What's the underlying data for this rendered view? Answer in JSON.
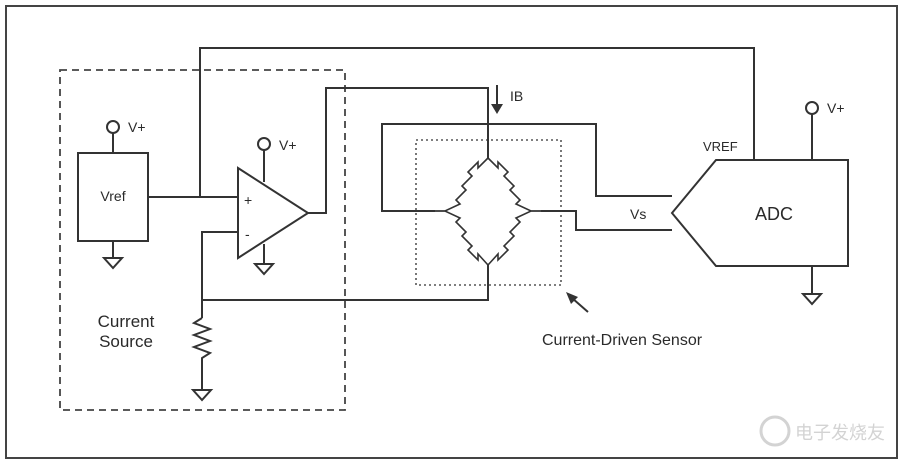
{
  "labels": {
    "vplus": "V+",
    "vref_block": "Vref",
    "plus": "+",
    "minus": "-",
    "ib": "IB",
    "vref_pin": "VREF",
    "vs": "Vs",
    "adc": "ADC",
    "current_source_line1": "Current",
    "current_source_line2": "Source",
    "sensor": "Current-Driven Sensor"
  },
  "watermark": "电子发烧友",
  "colors": {
    "line": "#333333",
    "border": "#444444",
    "background": "#ffffff"
  }
}
